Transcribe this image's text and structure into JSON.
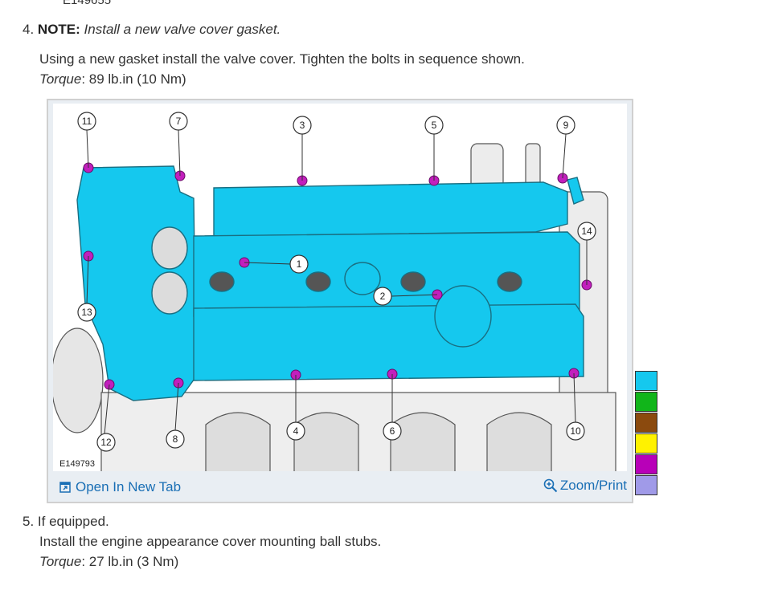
{
  "top_reference": "E149655",
  "step4": {
    "number": "4.",
    "note_label": "NOTE:",
    "note_text": "Install a new valve cover gasket.",
    "instruction": "Using a new gasket install the valve cover. Tighten the bolts in sequence shown.",
    "torque_label": "Torque",
    "torque_value": ": 89 lb.in (10 Nm)"
  },
  "figure": {
    "reference": "E149793",
    "open_tab_label": "Open In New Tab",
    "zoom_label": "Zoom/Print",
    "callouts": [
      "1",
      "2",
      "3",
      "4",
      "5",
      "6",
      "7",
      "8",
      "9",
      "10",
      "11",
      "12",
      "13",
      "14"
    ],
    "cover_color": "#15c8ee",
    "bolt_color": "#c21fbd"
  },
  "swatches": [
    "#15c8ee",
    "#11b51a",
    "#8b4a0e",
    "#fff200",
    "#b800b8",
    "#a09ae8"
  ],
  "step5": {
    "number": "5.",
    "condition": "If equipped.",
    "instruction": "Install the engine appearance cover mounting ball stubs.",
    "torque_label": "Torque",
    "torque_value": ": 27 lb.in (3 Nm)"
  }
}
